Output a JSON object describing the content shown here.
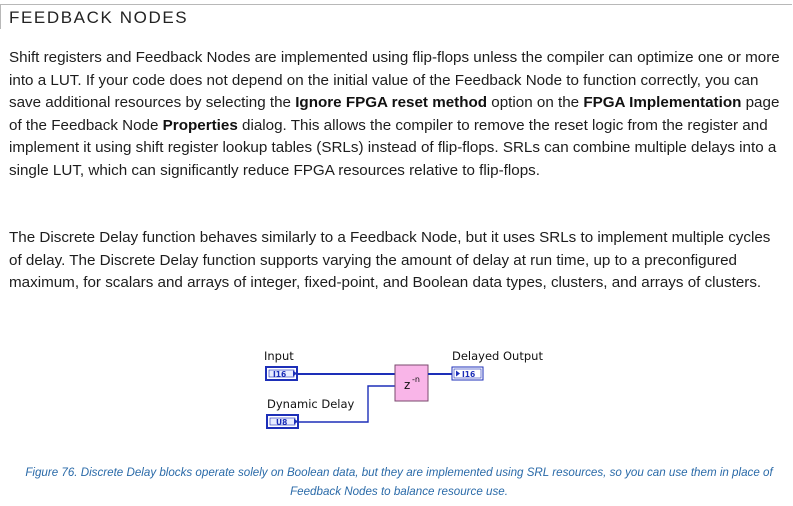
{
  "section": {
    "title": "FEEDBACK NODES"
  },
  "paragraph1": {
    "t1": "Shift registers and Feedback Nodes are implemented using flip-flops unless the compiler can optimize one or more into a LUT. If your code does not depend on the initial value of the Feedback Node to function correctly, you can save additional resources by selecting the ",
    "b1": "Ignore FPGA reset method",
    "t2": " option on the ",
    "b2": "FPGA Implementation",
    "t3": " page of the Feedback Node ",
    "b3": "Properties",
    "t4": " dialog. This allows the compiler to remove the reset logic from the register and implement it using shift register lookup tables (SRLs) instead of flip-flops. SRLs can combine multiple delays into a single LUT, which can significantly reduce FPGA resources relative to flip-flops."
  },
  "paragraph2": {
    "text": "The Discrete Delay function behaves similarly to a Feedback Node, but it uses SRLs to implement multiple cycles of delay. The Discrete Delay function supports varying the amount of delay at run time, up to a preconfigured maximum, for scalars and arrays of integer, fixed-point, and Boolean data types, clusters, and arrays of clusters."
  },
  "diagram": {
    "input_label": "Input",
    "input_type": "I16",
    "delay_label": "Dynamic Delay",
    "delay_type": "U8",
    "node_symbol": "z",
    "node_exponent": "-n",
    "output_label": "Delayed Output",
    "output_type": "I16",
    "colors": {
      "int_wire": "#1d2fb8",
      "node_fill": "#f9b5e8",
      "node_border": "#7a4a6e"
    }
  },
  "caption": {
    "text": "Figure 76. Discrete Delay blocks operate solely on Boolean data, but they are implemented using SRL resources, so you can use them in place of Feedback Nodes to balance resource use."
  }
}
